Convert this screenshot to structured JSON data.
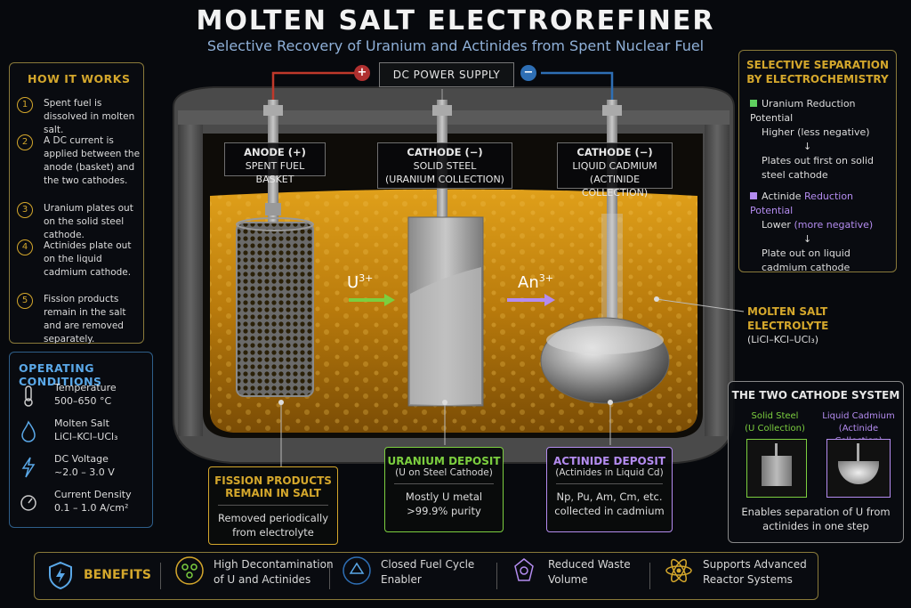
{
  "title": "MOLTEN SALT ELECTROREFINER",
  "subtitle": "Selective Recovery of Uranium and Actinides from Spent Nuclear Fuel",
  "power_supply": {
    "label": "DC POWER SUPPLY",
    "plus": "+",
    "minus": "−"
  },
  "how_it_works": {
    "heading": "HOW IT WORKS",
    "steps": [
      {
        "num": "1",
        "text": "Spent fuel is dissolved in molten salt."
      },
      {
        "num": "2",
        "text": "A DC current is applied between the anode (basket) and the two cathodes."
      },
      {
        "num": "3",
        "text": "Uranium plates out on the solid steel cathode."
      },
      {
        "num": "4",
        "text": "Actinides plate out on the liquid cadmium cathode."
      },
      {
        "num": "5",
        "text": "Fission products remain in the salt and are removed separately."
      }
    ]
  },
  "operating_conditions": {
    "heading": "OPERATING CONDITIONS",
    "items": [
      {
        "label": "Temperature",
        "value": "500–650 °C",
        "icon": "thermometer-icon"
      },
      {
        "label": "Molten Salt",
        "value": "LiCl–KCl–UCl₃",
        "icon": "flame-icon"
      },
      {
        "label": "DC Voltage",
        "value": "~2.0 – 3.0 V",
        "icon": "lightning-icon"
      },
      {
        "label": "Current Density",
        "value": "0.1 – 1.0 A/cm²",
        "icon": "gauge-icon"
      }
    ]
  },
  "electrodes": {
    "anode": {
      "title": "ANODE (+)",
      "sub": "SPENT FUEL BASKET"
    },
    "solid_cathode": {
      "title": "CATHODE (−)",
      "sub1": "SOLID STEEL",
      "sub2": "(URANIUM COLLECTION)"
    },
    "liquid_cathode": {
      "title": "CATHODE (−)",
      "sub1": "LIQUID CADMIUM",
      "sub2": "(ACTINIDE COLLECTION)"
    }
  },
  "ions": {
    "uranium": "U",
    "uranium_charge": "3+",
    "actinide": "An",
    "actinide_charge": "3+"
  },
  "electrolyte": {
    "title1": "MOLTEN SALT",
    "title2": "ELECTROLYTE",
    "formula": "(LiCl–KCl–UCl₃)"
  },
  "selective_separation": {
    "heading1": "SELECTIVE SEPARATION",
    "heading2": "BY ELECTROCHEMISTRY",
    "uranium": {
      "line1_a": "Uranium",
      "line1_b": "Reduction Potential",
      "line2": "Higher (less negative)",
      "arrow": "↓",
      "result": "Plates out first on solid steel cathode"
    },
    "actinide": {
      "line1_a": "Actinide",
      "line1_b": "Reduction Potential",
      "line2_a": "Lower",
      "line2_b": "(more negative)",
      "arrow": "↓",
      "result": "Plate out on liquid cadmium cathode"
    },
    "uranium_color": "#5fcf5f",
    "actinide_color": "#b48cf0"
  },
  "callouts": {
    "fission": {
      "head1": "FISSION PRODUCTS",
      "head2": "REMAIN IN SALT",
      "body": "Removed periodically from electrolyte",
      "color": "#d4a72c"
    },
    "uranium": {
      "head": "URANIUM DEPOSIT",
      "sub": "(U on Steel Cathode)",
      "body1": "Mostly U metal",
      "body2": ">99.9% purity",
      "color": "#7ccf3f"
    },
    "actinide": {
      "head": "ACTINIDE DEPOSIT",
      "sub": "(Actinides in Liquid Cd)",
      "body1": "Np, Pu, Am, Cm, etc.",
      "body2": "collected in cadmium",
      "color": "#b48cf0"
    }
  },
  "two_cathode": {
    "heading": "THE TWO CATHODE SYSTEM",
    "solid": {
      "line1": "Solid Steel",
      "line2": "(U Collection)"
    },
    "liquid": {
      "line1": "Liquid Cadmium",
      "line2": "(Actinide Collection)"
    },
    "caption": "Enables separation of U from actinides in one step"
  },
  "benefits": {
    "heading": "BENEFITS",
    "items": [
      {
        "line1": "High Decontamination",
        "line2": "of U and Actinides",
        "icon": "atom-cluster-icon"
      },
      {
        "line1": "Closed Fuel Cycle",
        "line2": "Enabler",
        "icon": "recycle-icon"
      },
      {
        "line1": "Reduced Waste",
        "line2": "Volume",
        "icon": "waste-reduce-icon"
      },
      {
        "line1": "Supports Advanced",
        "line2": "Reactor Systems",
        "icon": "atom-icon"
      }
    ]
  },
  "colors": {
    "accent_gold": "#d4a72c",
    "salt": "#c98a10",
    "uranium": "#7ccf3f",
    "actinide": "#b48cf0",
    "anode_wire": "#c0392b",
    "cathode_wire": "#2e6fb5"
  }
}
